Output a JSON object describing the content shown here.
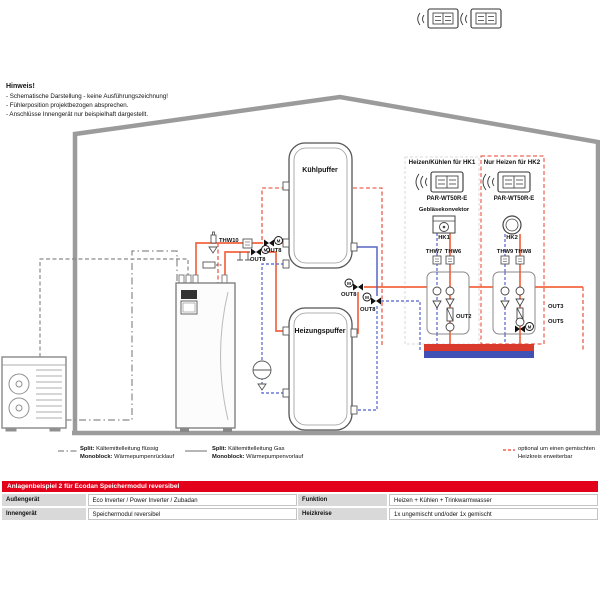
{
  "hinweis": {
    "title": "Hinweis!",
    "line1": "- Schematische Darstellung - keine Ausführungszeichnung!",
    "line2": "- Fühlerposition projektbezogen absprechen.",
    "line3": "- Anschlüsse Innengerät nur beispielhaft dargestellt."
  },
  "tanks": {
    "cool_buffer": "Kühlpuffer",
    "heat_buffer": "Heizungspuffer"
  },
  "piping": {
    "sensor_thw10": "THW10",
    "valve_out8": "OUT8",
    "motor": "M"
  },
  "hk1": {
    "title": "Heizen/Kühlen für HK1",
    "controller": "PAR-WT50R-E",
    "fan_coil_label": "Gebläsekonvektor",
    "circuit": "HK1",
    "sensor_left": "THW7",
    "sensor_right": "THW6",
    "pump_output": "OUT2"
  },
  "hk2": {
    "title": "Nur Heizen für HK2",
    "controller": "PAR-WT50R-E",
    "circuit": "HK2",
    "sensor_left": "THW9",
    "sensor_right": "THW8",
    "pump_output": "OUT3",
    "mixer_output": "OUT5"
  },
  "legend": {
    "item1": {
      "prefix1": "Split:",
      "text1": " Kältemittelleitung flüssig",
      "prefix2": "Monoblock:",
      "text2": " Wärmepumpenrücklauf"
    },
    "item2": {
      "prefix1": "Split:",
      "text1": " Kältemittelleitung Gas",
      "prefix2": "Monoblock:",
      "text2": " Wärmepumpenvorlauf"
    },
    "item3": {
      "line1": "optional um einen gemischten",
      "line2": "Heizkreis erweiterbar"
    }
  },
  "table": {
    "header": "Anlagenbeispiel 2 für Ecodan Speichermodul reversibel",
    "rows": [
      {
        "k1": "Außengerät",
        "v1": "Eco Inverter / Power Inverter / Zubadan",
        "k2": "Funktion",
        "v2": "Heizen + Kühlen + Trinkwarmwasser"
      },
      {
        "k1": "Innengerät",
        "v1": "Speichermodul reversibel",
        "k2": "Heizkreise",
        "v2": "1x ungemischt und/oder 1x gemischt"
      }
    ]
  },
  "colors": {
    "flow_orange": "#f26641",
    "return_blue": "#5865c4",
    "optional_red": "#e8402d",
    "structure_grey": "#9b9b9b",
    "table_red": "#e2001a"
  }
}
